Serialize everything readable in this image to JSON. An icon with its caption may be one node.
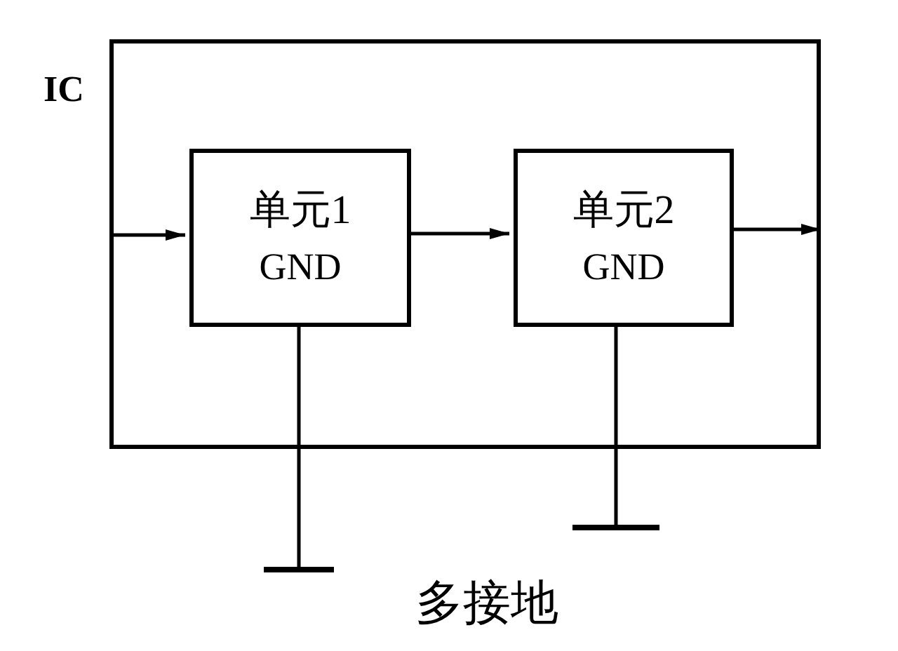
{
  "diagram": {
    "caption": "多接地",
    "nodes": [
      {
        "text": [
          "IC"
        ]
      },
      {
        "text": [
          "单元1",
          "GND"
        ],
        "in": 0
      },
      {
        "text": [
          "单元2",
          "GND"
        ],
        "in": 0
      },
      {
        "text": [],
        "shape": "bar"
      },
      {
        "text": [],
        "shape": "bar"
      }
    ],
    "edges": [
      {
        "from": null,
        "to": 1,
        "arrow": "to"
      },
      {
        "from": 1,
        "to": 2,
        "arrow": "to"
      },
      {
        "from": 2,
        "to": null,
        "arrow": "to"
      },
      {
        "from": 1,
        "to": 3,
        "arrow": "none"
      },
      {
        "from": 2,
        "to": 4,
        "arrow": "none"
      }
    ]
  }
}
